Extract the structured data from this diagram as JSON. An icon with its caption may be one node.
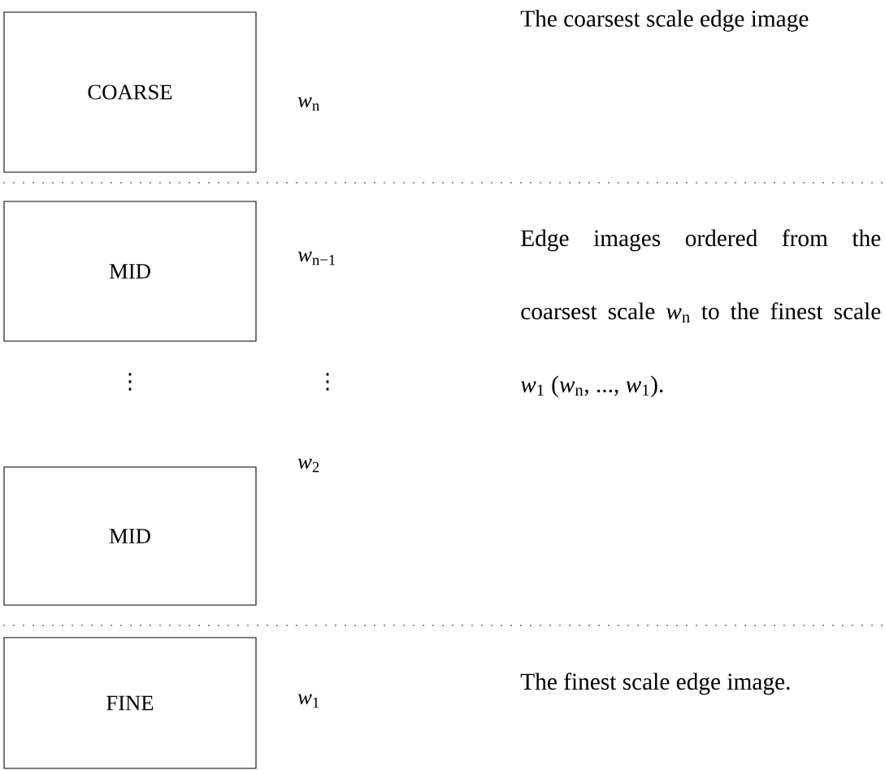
{
  "diagram": {
    "nodes": [
      {
        "text": [
          "COARSE"
        ]
      },
      {
        "text": [
          "MID"
        ]
      },
      {
        "text": [
          "MID"
        ]
      },
      {
        "text": [
          "FINE"
        ]
      }
    ],
    "labels": [
      "*w*$_{n}$",
      "The coarsest scale edge image",
      "*w*$_{n−1}$",
      "⋮",
      "⋮",
      "Edge images ordered from the coarsest scale *w*$_{n}$ to the finest scale *w*$_{1}$ (*w*$_{n}$, ..., *w*$_{1}$).",
      "*w*$_{2}$",
      "*w*$_{1}$",
      "The finest scale edge image."
    ]
  }
}
